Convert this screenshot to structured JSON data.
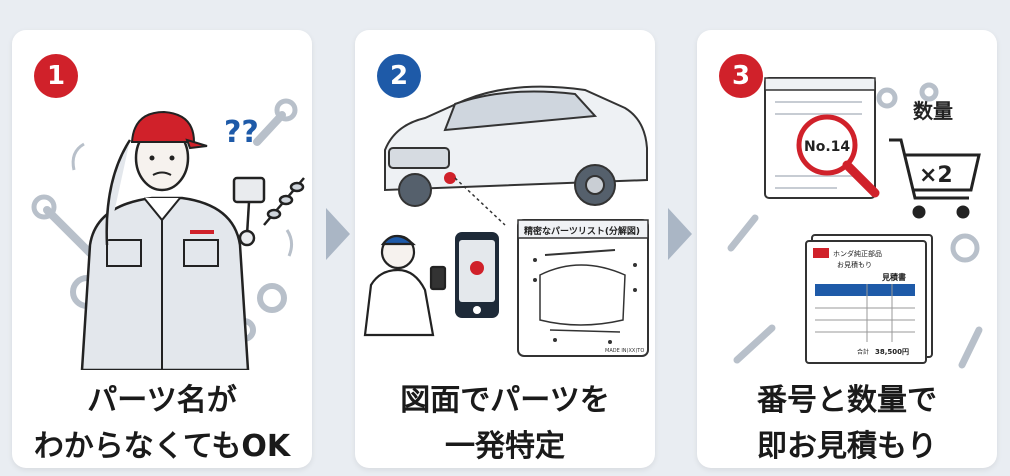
{
  "colors": {
    "red": "#d0212a",
    "blue": "#1e5aa8",
    "arrow": "#aab6c5"
  },
  "steps": [
    {
      "number": "1",
      "badge_color": "#d0212a",
      "caption_line1": "パーツ名が",
      "caption_line2": "わからなくてもOK",
      "icons": [
        "confused-mechanic-icon",
        "question-marks-icon",
        "piston-icon",
        "camshaft-icon",
        "wrench-icon",
        "gear-icon"
      ],
      "question_marks": "??"
    },
    {
      "number": "2",
      "badge_color": "#1e5aa8",
      "caption_line1": "図面でパーツを",
      "caption_line2": "一発特定",
      "icons": [
        "car-icon",
        "person-with-phone-icon",
        "phone-scan-icon",
        "parts-diagram-icon"
      ],
      "diagram_title": "精密なパーツリスト(分解図)",
      "diagram_footer": "MADE IN(XX)TO"
    },
    {
      "number": "3",
      "badge_color": "#d0212a",
      "caption_line1": "番号と数量で",
      "caption_line2": "即お見積もり",
      "icons": [
        "document-search-icon",
        "magnifier-icon",
        "cart-icon",
        "quote-sheet-icon",
        "wrench-icon",
        "gear-icon"
      ],
      "part_number": "No.14",
      "quantity_label": "数量",
      "quantity_value": "×2",
      "quote_brand": "ホンダ純正部品",
      "quote_header": "お見積もり",
      "quote_title": "見積書",
      "quote_total_label": "合計",
      "quote_total_value": "38,500円"
    }
  ]
}
